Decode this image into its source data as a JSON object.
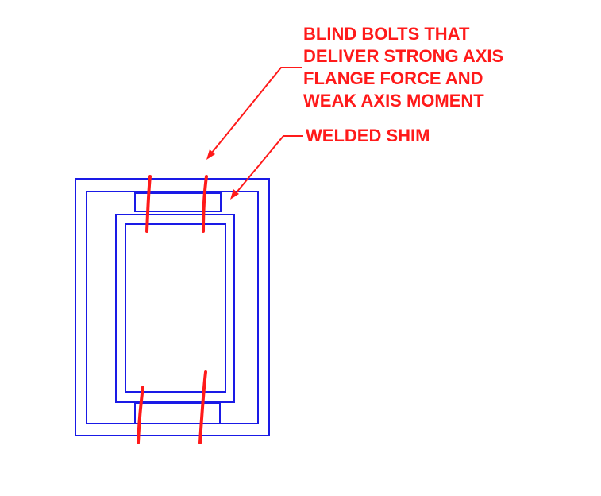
{
  "annotations": {
    "blind_bolts": {
      "lines": [
        "BLIND BOLTS THAT",
        "DELIVER STRONG AXIS",
        "FLANGE FORCE AND",
        "WEAK AXIS MOMENT"
      ]
    },
    "welded_shim": {
      "text": "WELDED SHIM"
    }
  },
  "colors": {
    "outline": "#1a1ae6",
    "annotation": "#ff1a1a",
    "background": "#ffffff"
  }
}
